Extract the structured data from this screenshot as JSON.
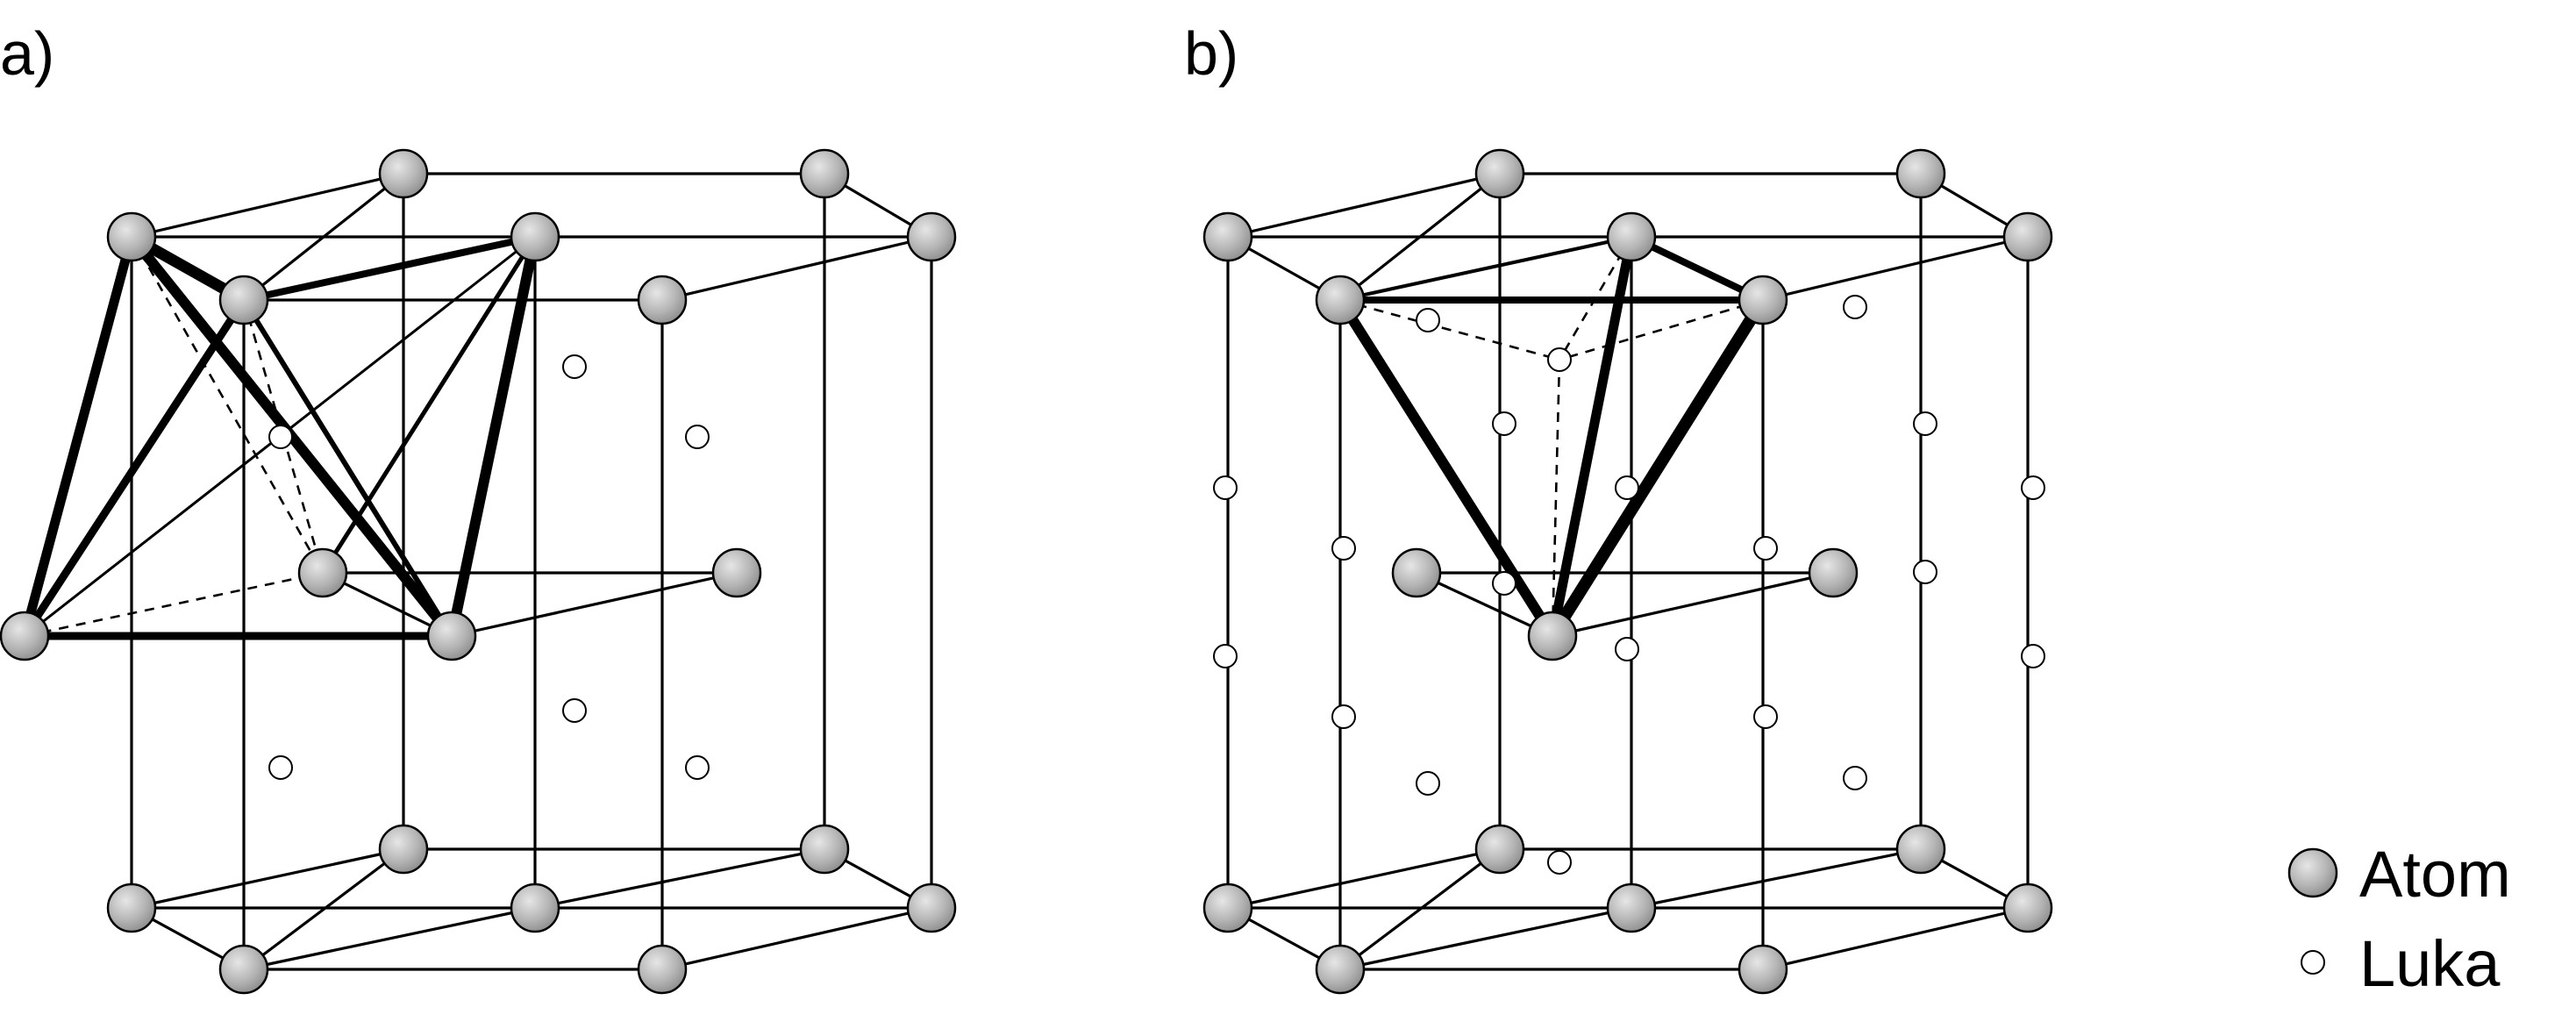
{
  "panels": [
    {
      "label": "a)",
      "highlighted_site": "octahedral"
    },
    {
      "label": "b)",
      "highlighted_site": "tetrahedral"
    }
  ],
  "legend": [
    {
      "label": "Atom",
      "marker": "grey-sphere"
    },
    {
      "label": "Luka",
      "marker": "open-circle"
    }
  ],
  "colors": {
    "atom_fill": "#b4b4b4",
    "line": "#000000",
    "vacancy_fill": "#ffffff"
  }
}
